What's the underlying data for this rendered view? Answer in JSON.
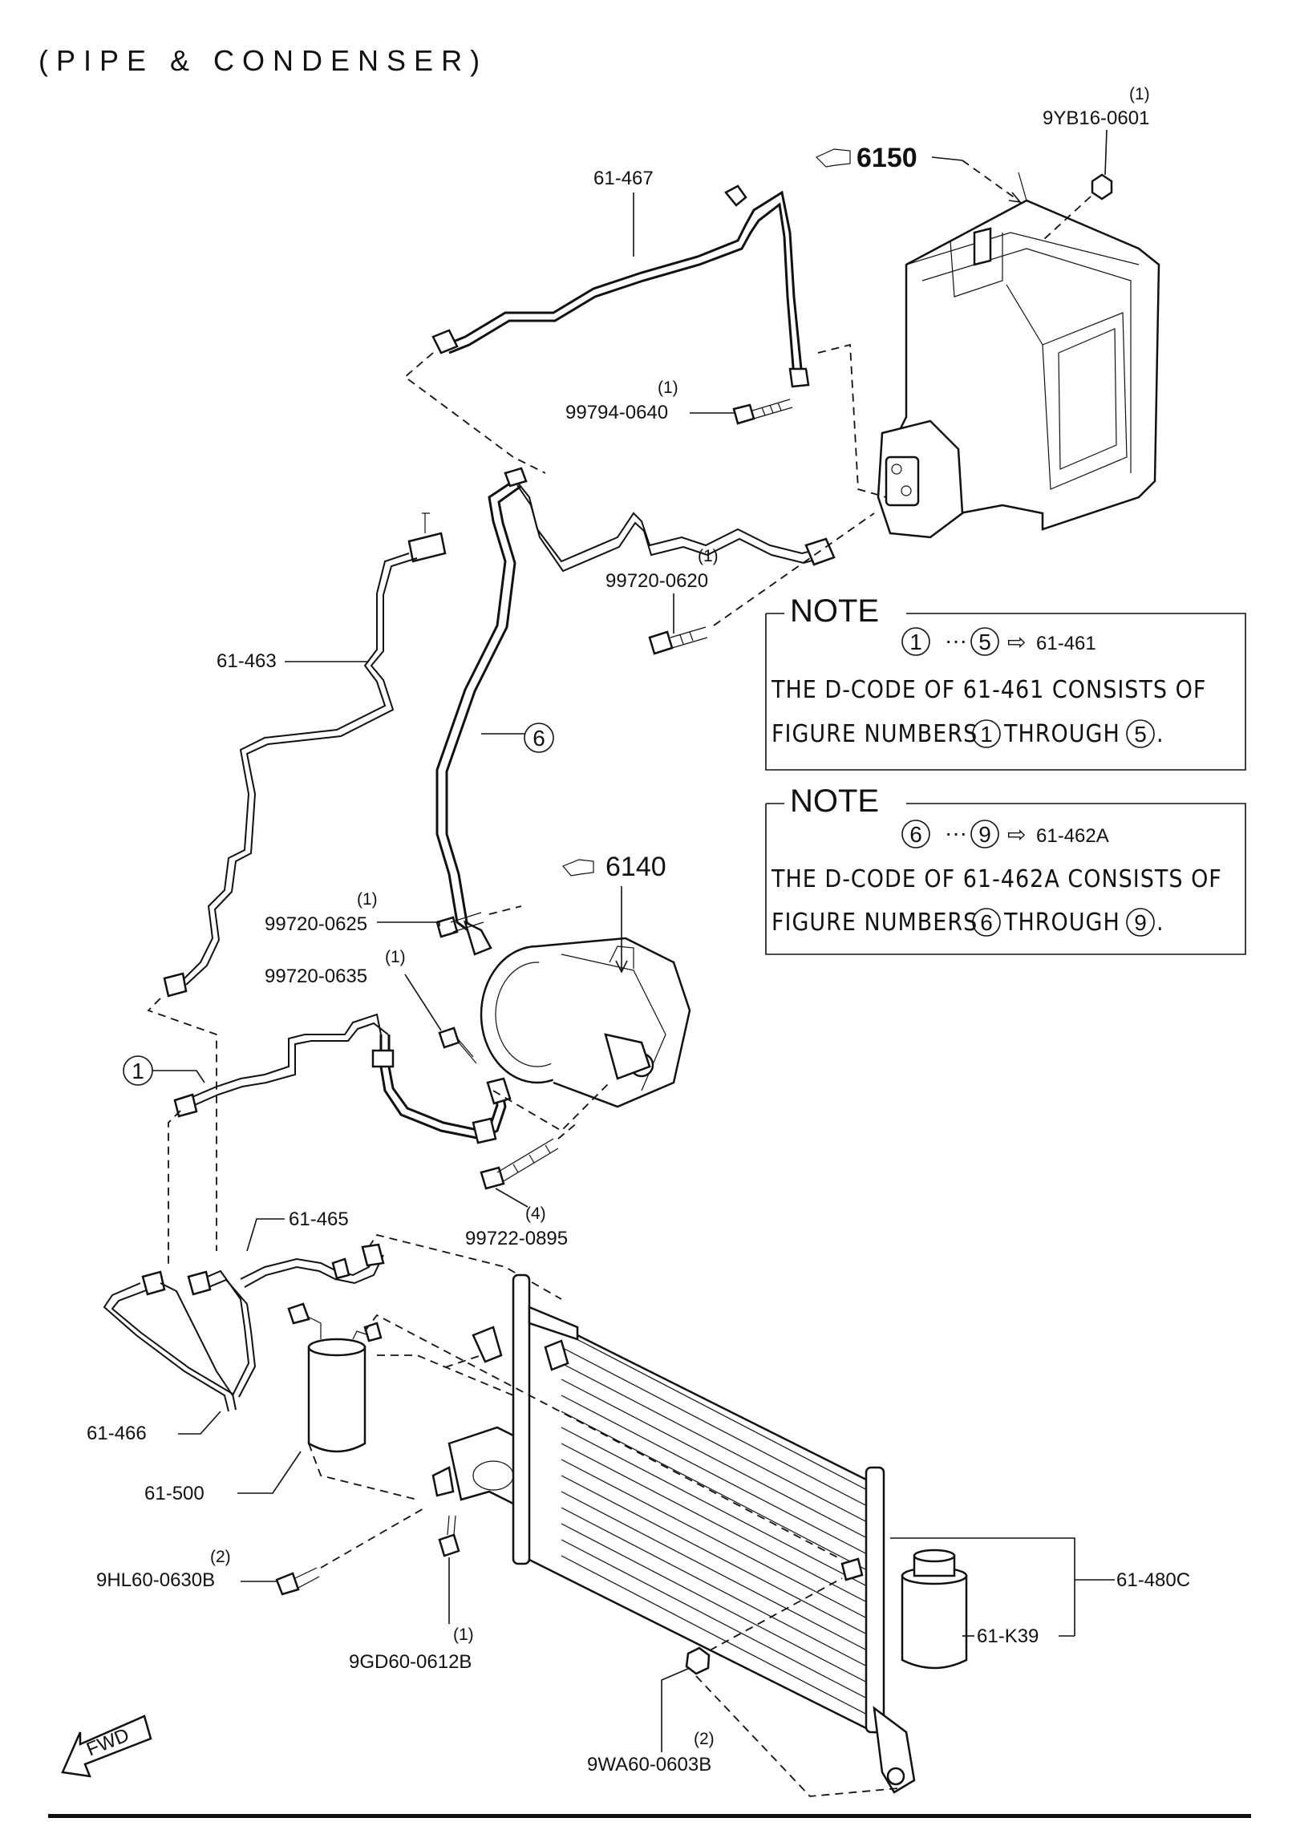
{
  "title": "(PIPE & CONDENSER)",
  "references": {
    "r6150": "6150",
    "r6140": "6140"
  },
  "parts": {
    "p61_467": "61-467",
    "p61_463": "61-463",
    "p61_465": "61-465",
    "p61_466": "61-466",
    "p61_500": "61-500",
    "p61_480C": "61-480C",
    "p61_K39": "61-K39",
    "b9YB16": "9YB16-0601",
    "b99794": "99794-0640",
    "b99720_0620": "99720-0620",
    "b99720_0625": "99720-0625",
    "b99720_0635": "99720-0635",
    "b99722": "99722-0895",
    "b9HL60": "9HL60-0630B",
    "b9GD60": "9GD60-0612B",
    "b9WA60": "9WA60-0603B"
  },
  "quantities": {
    "q9YB16": "(1)",
    "q99794": "(1)",
    "q99720_0620": "(1)",
    "q99720_0625": "(1)",
    "q99720_0635": "(1)",
    "q99722": "(4)",
    "q9HL60": "(2)",
    "q9GD60": "(1)",
    "q9WA60": "(2)"
  },
  "callouts": {
    "c1": "1",
    "c6": "6"
  },
  "notes": [
    {
      "heading": "NOTE",
      "range_start": "1",
      "range_end": "5",
      "target": "61-461",
      "line1": "THE D-CODE OF  61-461  CONSISTS OF",
      "line2_a": "FIGURE NUMBERS",
      "line2_b": "THROUGH",
      "line2_end": "."
    },
    {
      "heading": "NOTE",
      "range_start": "6",
      "range_end": "9",
      "target": "61-462A",
      "line1": "THE D-CODE OF 61-462A CONSISTS OF",
      "line2_a": "FIGURE NUMBERS",
      "line2_b": "THROUGH",
      "line2_end": "."
    }
  ],
  "fwd_label": "FWD",
  "ref_icon": "pointing-hand-icon",
  "arrow_icon": "arrow-right-icon"
}
